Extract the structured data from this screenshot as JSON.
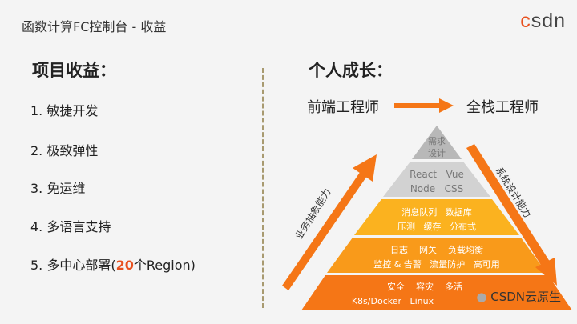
{
  "header": {
    "title": "函数计算FC控制台  -  收益",
    "logo": "CSDN"
  },
  "left": {
    "title": "项目收益：",
    "items": [
      {
        "label": "1. 敏捷开发"
      },
      {
        "label": "2. 极致弹性"
      },
      {
        "label": "3. 免运维"
      },
      {
        "label": "4. 多语言支持"
      },
      {
        "prefix": "5. 多中心部署(",
        "highlight": "20",
        "suffix": "个Region)"
      }
    ]
  },
  "right": {
    "title": "个人成长：",
    "from": "前端工程师",
    "to": "全栈工程师",
    "left_arrow": "业务抽象能力",
    "right_arrow": "系统设计能力",
    "pyramid": [
      {
        "lines": [
          "需求",
          "设计"
        ],
        "color": "#b8b8b8"
      },
      {
        "lines": [
          "React   Vue",
          "Node   CSS"
        ],
        "color": "#d2d2d2"
      },
      {
        "lines": [
          "消息队列   数据库",
          "压测   缓存   分布式"
        ],
        "color": "#fbb21f"
      },
      {
        "lines": [
          "日志    网关    负载均衡",
          "监控 & 告警   流量防护   高可用"
        ],
        "color": "#f99a1a"
      },
      {
        "lines": [
          "安全    容灾    多活",
          "K8s/Docker   Linux"
        ],
        "color": "#f57616"
      }
    ]
  },
  "watermark": "CSDN云原生"
}
